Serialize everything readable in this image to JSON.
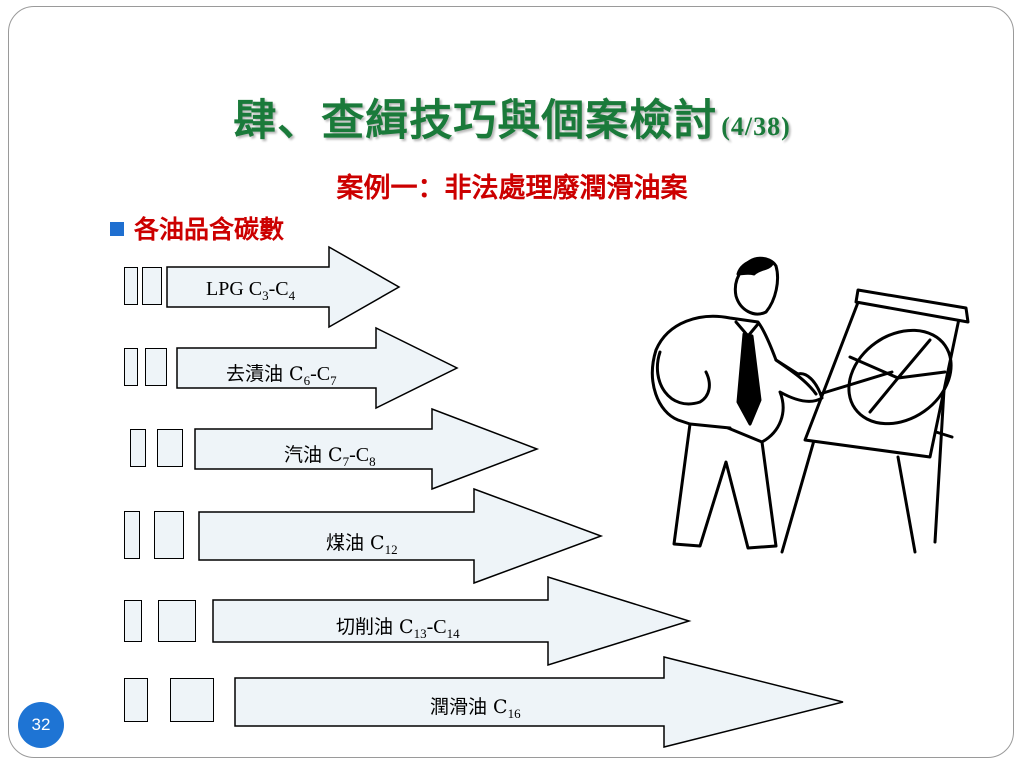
{
  "slide": {
    "title": "肆、查緝技巧與個案檢討",
    "title_page_ref": "(4/38)",
    "subtitle": "案例一：非法處理廢潤滑油案",
    "bullet": "各油品含碳數",
    "page_number": "32"
  },
  "arrows": [
    {
      "name": "LPG",
      "text": "LPG C",
      "sub1": "3",
      "mid": "-C",
      "sub2": "4"
    },
    {
      "name": "去漬油",
      "text": "去漬油 C",
      "sub1": "6",
      "mid": "-C",
      "sub2": "7"
    },
    {
      "name": "汽油",
      "text": "汽油 C",
      "sub1": "7",
      "mid": "-C",
      "sub2": "8"
    },
    {
      "name": "煤油",
      "text": "煤油 C",
      "sub1": "12",
      "mid": "",
      "sub2": ""
    },
    {
      "name": "切削油",
      "text": "切削油 C",
      "sub1": "13",
      "mid": "-C",
      "sub2": "14"
    },
    {
      "name": "潤滑油",
      "text": "潤滑油 C",
      "sub1": "16",
      "mid": "",
      "sub2": ""
    }
  ],
  "colors": {
    "title": "#1a7a3a",
    "subtitle": "#cc0000",
    "bullet_square": "#1f6fd0",
    "arrow_fill": "#eef4f8",
    "badge": "#1e74d4"
  },
  "icons": {
    "bullet": "square-bullet-icon",
    "illustration": "presenter-with-flipchart-icon"
  }
}
